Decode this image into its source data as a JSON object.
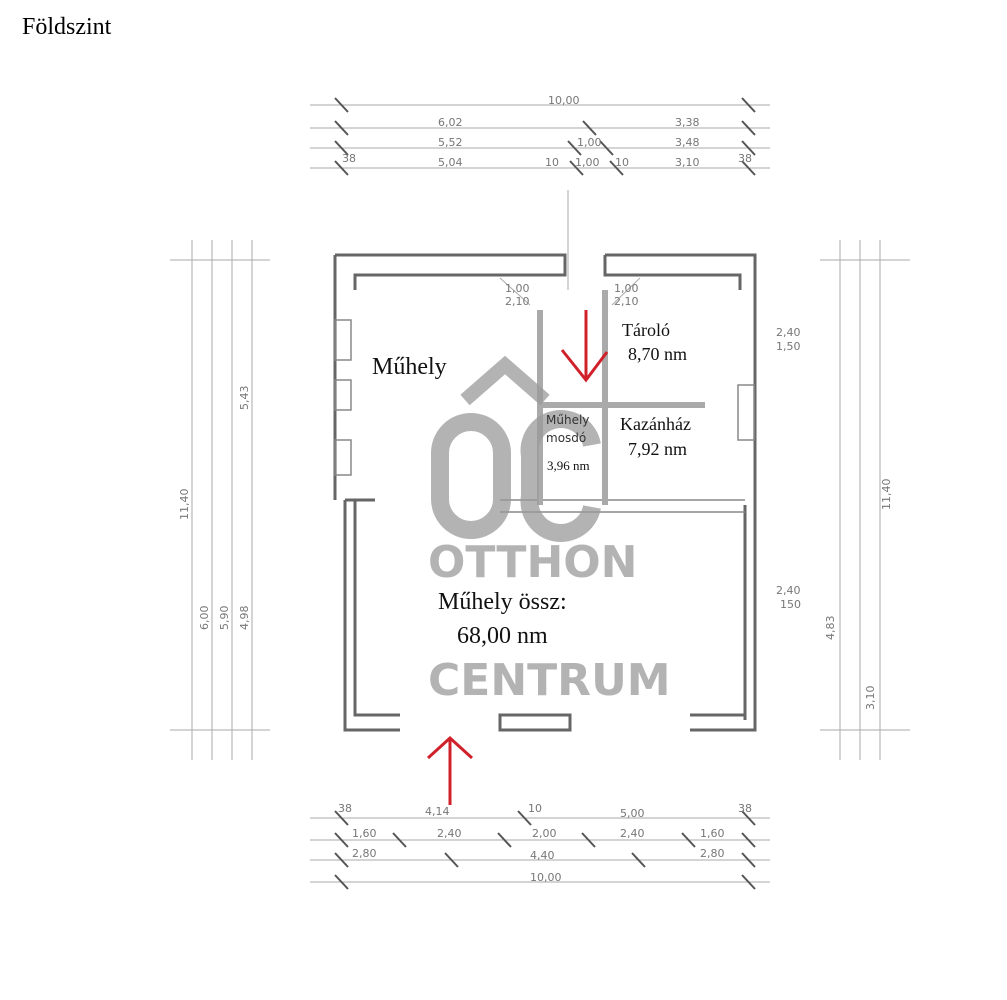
{
  "title": "Földszint",
  "rooms": {
    "muhely": "Műhely",
    "tarolo": "Tároló",
    "tarolo_area": "8,70 nm",
    "mosdo_line1": "Műhely",
    "mosdo_line2": "mosdó",
    "mosdo_area": "3,96 nm",
    "kazanhaz": "Kazánház",
    "kazanhaz_area": "7,92 nm",
    "total_label": "Műhely össz:",
    "total_area": "68,00 nm"
  },
  "watermark": {
    "logo": "OC",
    "line1": "OTTHON",
    "line2": "CENTRUM"
  },
  "dimensions": {
    "top": [
      "10,00",
      "6,02",
      "3,38",
      "5,52",
      "1,00",
      "3,48",
      "5,04",
      "10",
      "1,00",
      "10",
      "3,10",
      "38",
      "38"
    ],
    "bottom": [
      "38",
      "4,14",
      "10",
      "5,00",
      "38",
      "1,60",
      "2,40",
      "2,00",
      "2,40",
      "1,60",
      "2,80",
      "4,40",
      "2,80",
      "10,00"
    ],
    "left": [
      "11,40",
      "5,43",
      "6,00",
      "5,90",
      "4,98"
    ],
    "right": [
      "11,40",
      "2,40",
      "1,50",
      "2,40",
      "150",
      "4,83",
      "3,10"
    ],
    "doors": [
      "1,00",
      "2,10",
      "1,00",
      "2,10"
    ]
  },
  "colors": {
    "arrow": "#d0202a",
    "walls": "#666666",
    "watermark": "#9a9a9a"
  }
}
